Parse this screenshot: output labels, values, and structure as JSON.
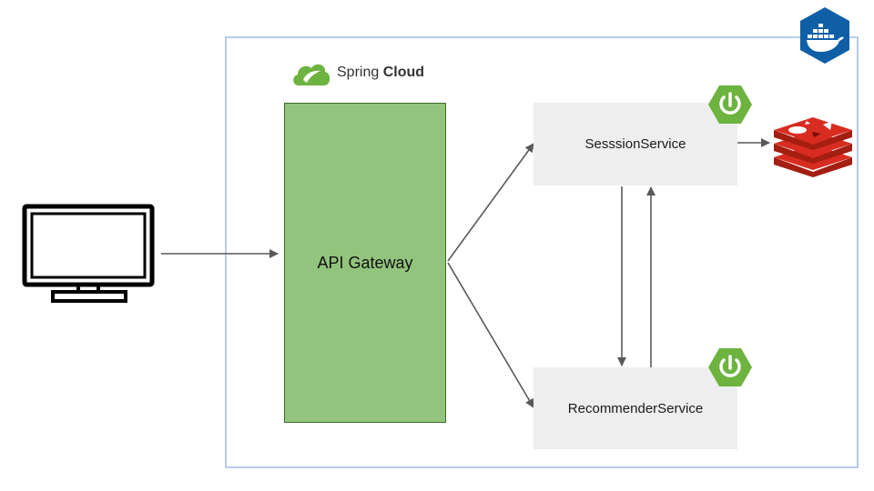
{
  "diagram": {
    "brand": {
      "prefix": "Spring",
      "suffix": "Cloud"
    },
    "gateway": {
      "label": "API Gateway"
    },
    "services": {
      "session": {
        "label": "SesssionService"
      },
      "recommender": {
        "label": "RecommenderService"
      }
    },
    "icons": {
      "client": "desktop-monitor-icon",
      "container_platform": "docker-icon",
      "spring_boot": "spring-boot-power-icon",
      "cache": "redis-icon",
      "spring_cloud": "spring-cloud-leaf-icon"
    },
    "colors": {
      "gateway_fill": "#93c47d",
      "service_fill": "#eeeeee",
      "container_border": "#b9cbea",
      "arrow": "#595959",
      "spring_green": "#6db33f",
      "docker_blue": "#0f5fa6",
      "redis_red": "#d82c20"
    }
  }
}
